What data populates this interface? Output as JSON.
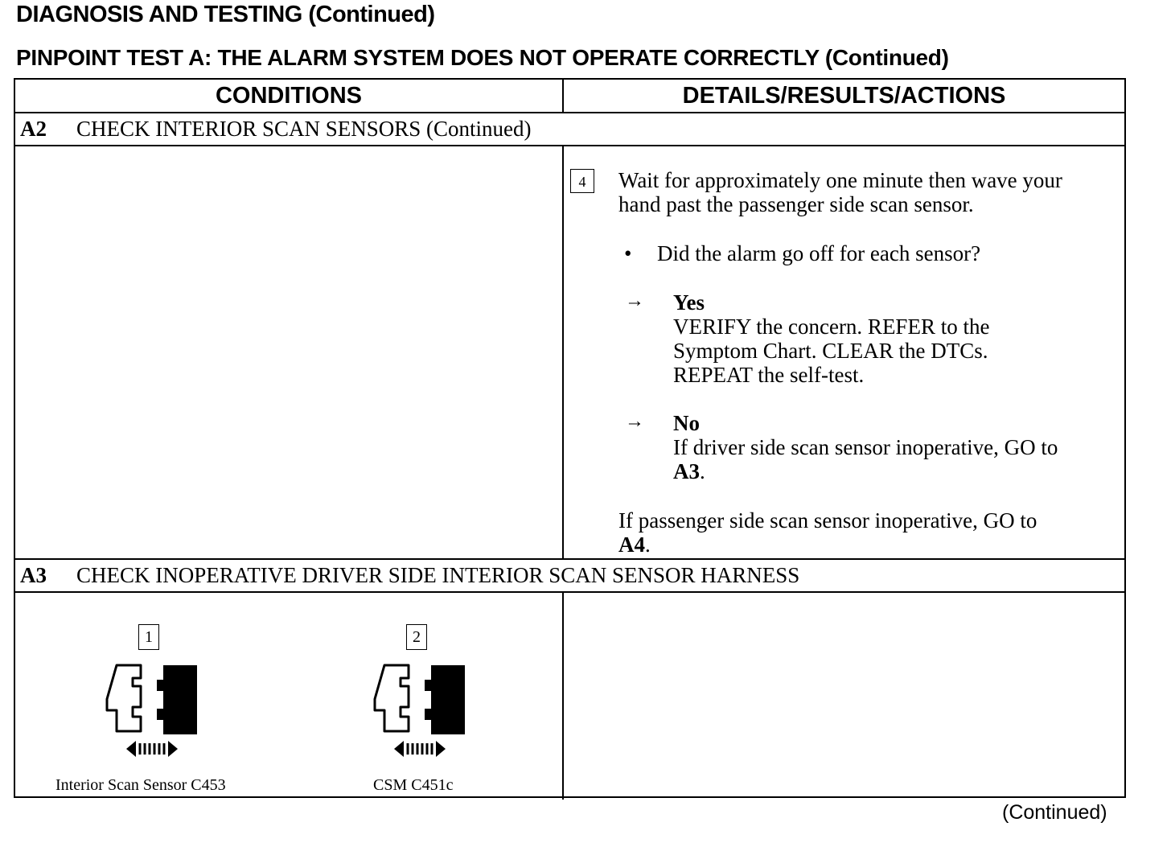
{
  "header": {
    "title": "DIAGNOSIS AND TESTING (Continued)",
    "subtitle": "PINPOINT TEST A: THE ALARM SYSTEM DOES NOT OPERATE CORRECTLY (Continued)"
  },
  "table": {
    "col_conditions": "CONDITIONS",
    "col_details": "DETAILS/RESULTS/ACTIONS",
    "a2": {
      "id": "A2",
      "title": "CHECK INTERIOR SCAN SENSORS (Continued)",
      "step_number": "4",
      "step_text_1": "Wait for approximately one minute then wave your",
      "step_text_2": "hand past the passenger side scan sensor.",
      "bullet_symbol": "•",
      "question": "Did the alarm go off for each sensor?",
      "arrow_symbol": "→",
      "yes_label": "Yes",
      "yes_line_1": "VERIFY the concern. REFER to the",
      "yes_line_2": "Symptom Chart. CLEAR the DTCs.",
      "yes_line_3": "REPEAT the self-test.",
      "no_label": "No",
      "no_line_1": "If driver side scan sensor inoperative, GO to",
      "no_ref_1": "A3",
      "no_line_2": "If passenger side scan sensor inoperative, GO to",
      "no_ref_2": "A4",
      "period": "."
    },
    "a3": {
      "id": "A3",
      "title": "CHECK INOPERATIVE DRIVER SIDE INTERIOR SCAN SENSOR HARNESS",
      "figure_1_number": "1",
      "figure_1_caption": "Interior Scan Sensor C453",
      "figure_2_number": "2",
      "figure_2_caption": "CSM C451c"
    }
  },
  "footer": {
    "continued": "(Continued)"
  }
}
